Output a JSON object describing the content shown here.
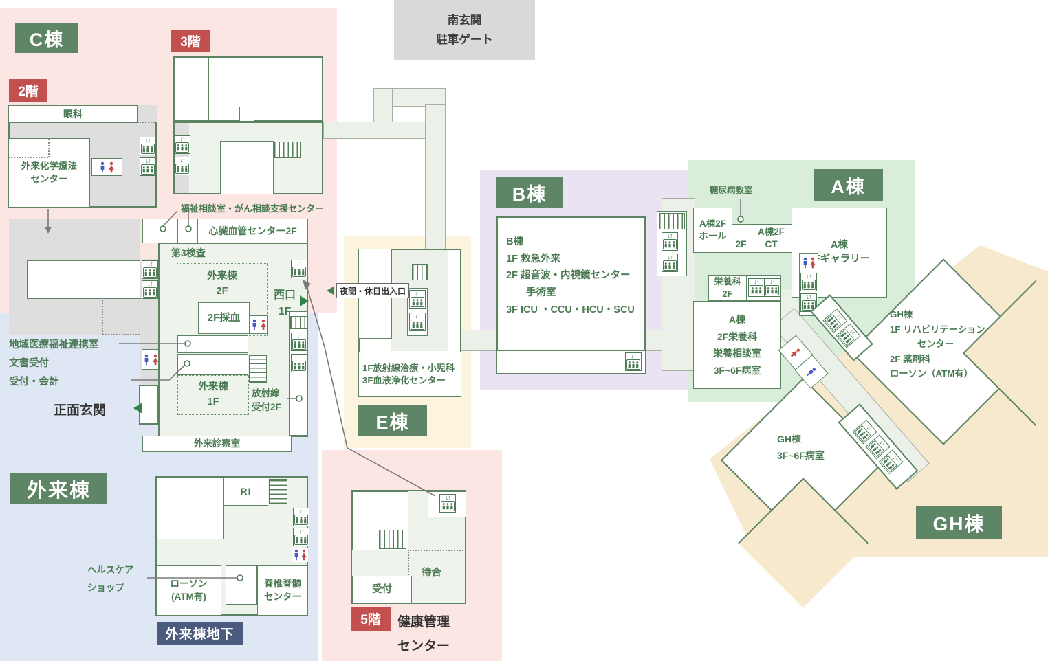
{
  "labels": {
    "building_c": "C棟",
    "building_b": "B棟",
    "building_a": "A棟",
    "building_e": "E棟",
    "building_gh": "GH棟",
    "building_outpatient": "外来棟",
    "outpatient_basement": "外来棟地下",
    "floor_2": "2階",
    "floor_3": "3階",
    "floor_5": "5階",
    "south_gate": "南玄関\n駐車ゲート",
    "health_center": "健康管理\nセンター",
    "main_entrance": "正面玄関",
    "night_holiday_entrance": "夜間・休日出入口",
    "west_exit": "西口\n1F"
  },
  "rooms": {
    "ophthalmology": "眼科",
    "chemo_center": "外来化学療法\nセンター",
    "cardio_center_2f": "心臓血管センター2F",
    "exam_3": "第3検査",
    "outpatient_2f": "外来棟\n2F",
    "blood_sampling_2f": "2F採血",
    "outpatient_1f": "外来棟\n1F",
    "radiology_reception_2f": "放射線\n受付2F",
    "consult_rooms": "外来診察室",
    "ri": "RI",
    "lawson_atm": "ローソン\n(ATM有)",
    "spine_center": "脊椎脊髄\nセンター",
    "reception": "受付",
    "waiting": "待合",
    "a_2f_hall": "A棟2F\nホール",
    "a_2f": "2F",
    "a_2f_ct": "A棟2F\nCT",
    "a_1f_gallery": "A棟\n1Fギャラリー",
    "nutrition_2f": "栄養科\n2F",
    "e_departments": "1F放射線治療・小児科\n3F血液浄化センター"
  },
  "callouts": {
    "welfare_cancer_support": "福祉相談室・がん相談支援センター",
    "diabetes_class": "糖尿病教室",
    "regional_support": "地域医療福祉連携室\n文書受付\n受付・会計",
    "healthcare_shop": "ヘルスケア\nショップ"
  },
  "descriptions": {
    "b_floors": "B棟\n1F 救急外来\n2F 超音波・内視鏡センター\n　　手術室\n3F ICU ・CCU・HCU・SCU",
    "a_floors": "A棟\n2F栄養科\n栄養相談室\n3F~6F病室",
    "gh_upper_floors": "GH棟\n1F リハビリテーション\n　　　センター\n2F 薬剤科\nローソン（ATM有）",
    "gh_lower_floors": "GH棟\n3F~6F病室"
  },
  "colors": {
    "label_green": "#5d8566",
    "label_red": "#c2504f",
    "label_navy": "#4c5b7d",
    "map_text_green": "#4a7a52",
    "building_border_green": "#5c8462",
    "bg_pink": "#fbe6e4",
    "bg_blue": "#dfe7f5",
    "bg_violet": "#eae3f4",
    "bg_green": "#daecda",
    "bg_yellow_e": "#fcf4dd",
    "bg_yellow_gh": "#f7e9cd",
    "wc_male_blue": "#4759c4",
    "wc_female_red": "#c64949"
  }
}
